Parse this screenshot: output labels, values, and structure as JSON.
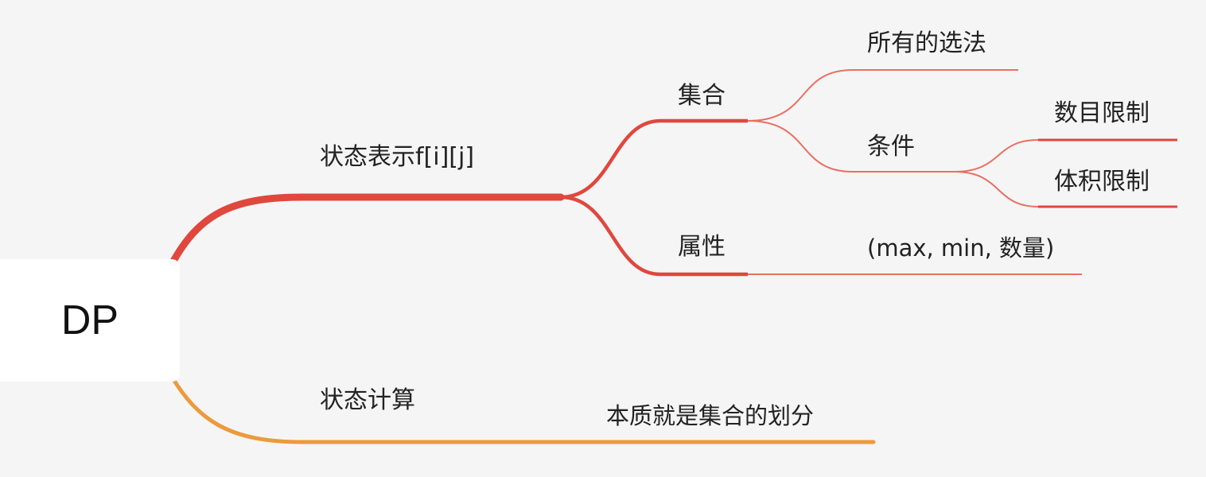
{
  "mindmap": {
    "root": {
      "label": "DP"
    },
    "branches": [
      {
        "label": "状态表示f[i][j]",
        "color": "#e0473d",
        "children": [
          {
            "label": "集合",
            "children": [
              {
                "label": "所有的选法"
              },
              {
                "label": "条件",
                "children": [
                  {
                    "label": "数目限制"
                  },
                  {
                    "label": "体积限制"
                  }
                ]
              }
            ]
          },
          {
            "label": "属性",
            "children": [
              {
                "label": "(max, min, 数量)"
              }
            ]
          }
        ]
      },
      {
        "label": "状态计算",
        "color": "#ec9a3c",
        "children": [
          {
            "label": "本质就是集合的划分"
          }
        ]
      }
    ]
  }
}
